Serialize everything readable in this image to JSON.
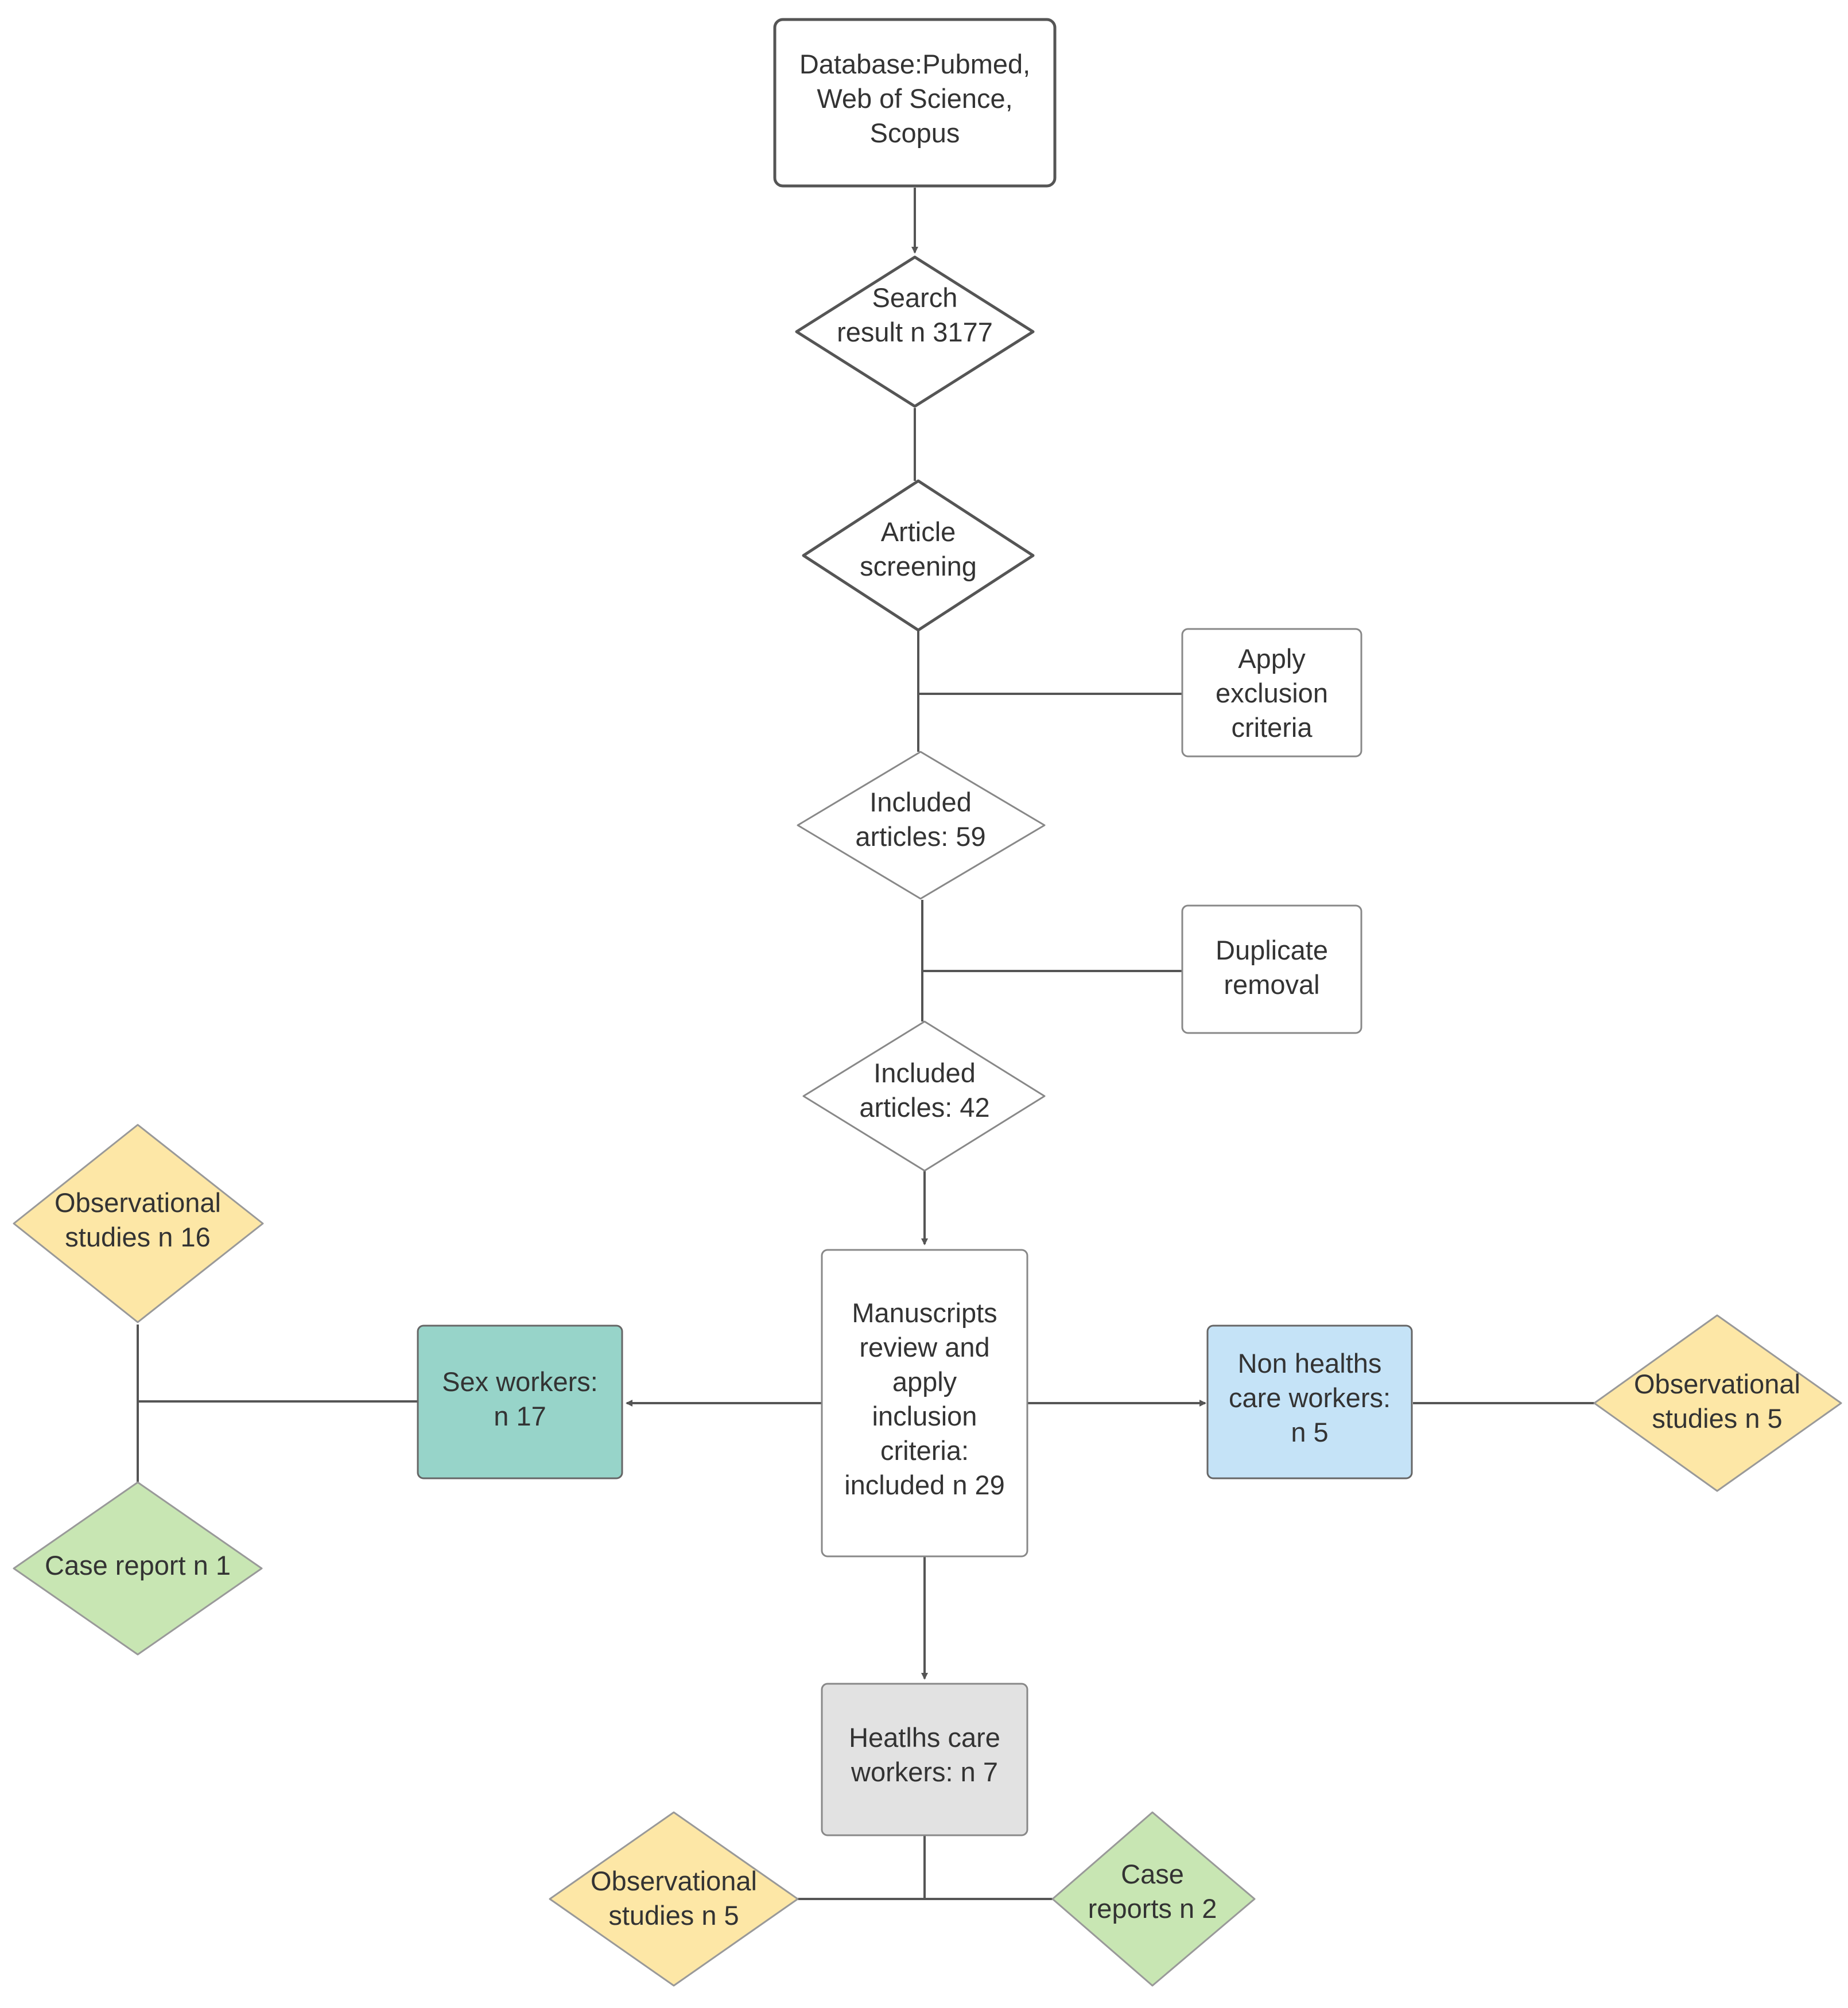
{
  "diagram": {
    "nodes": {
      "database": {
        "lines": [
          "Database:Pubmed,",
          "Web of Science,",
          "Scopus"
        ],
        "fill": "#ffffff",
        "stroke": "#555555"
      },
      "search_result": {
        "lines": [
          "Search",
          "result n 3177"
        ],
        "fill": "#ffffff",
        "stroke": "#555555"
      },
      "article_screening": {
        "lines": [
          "Article",
          "screening"
        ],
        "fill": "#ffffff",
        "stroke": "#555555"
      },
      "apply_exclusion": {
        "lines": [
          "Apply",
          "exclusion",
          "criteria"
        ],
        "fill": "#ffffff",
        "stroke": "#888888"
      },
      "included_59": {
        "lines": [
          "Included",
          "articles: 59"
        ],
        "fill": "#ffffff",
        "stroke": "#888888"
      },
      "duplicate_removal": {
        "lines": [
          "Duplicate",
          "removal"
        ],
        "fill": "#ffffff",
        "stroke": "#888888"
      },
      "included_42": {
        "lines": [
          "Included",
          "articles: 42"
        ],
        "fill": "#ffffff",
        "stroke": "#888888"
      },
      "manuscripts_review": {
        "lines": [
          "Manuscripts",
          "review and",
          "apply",
          "inclusion",
          "criteria:",
          "included n 29"
        ],
        "fill": "#ffffff",
        "stroke": "#888888"
      },
      "sex_workers": {
        "lines": [
          "Sex workers:",
          "n 17"
        ],
        "fill": "#97d4c9",
        "stroke": "#666666"
      },
      "non_health_workers": {
        "lines": [
          "Non healths",
          "care workers:",
          "n 5"
        ],
        "fill": "#c5e3f7",
        "stroke": "#666666"
      },
      "health_workers": {
        "lines": [
          "Heatlhs care",
          "workers: n 7"
        ],
        "fill": "#e2e2e2",
        "stroke": "#888888"
      },
      "obs_16": {
        "lines": [
          "Observational",
          "studies n 16"
        ],
        "fill": "#fde7a6",
        "stroke": "#999999"
      },
      "case_report_1": {
        "lines": [
          "Case report n 1"
        ],
        "fill": "#c8e6b3",
        "stroke": "#999999"
      },
      "obs_5_right": {
        "lines": [
          "Observational",
          "studies n  5"
        ],
        "fill": "#fde7a6",
        "stroke": "#999999"
      },
      "obs_5_bottom": {
        "lines": [
          "Observational",
          "studies n 5"
        ],
        "fill": "#fde7a6",
        "stroke": "#999999"
      },
      "case_reports_2": {
        "lines": [
          "Case",
          "reports n 2"
        ],
        "fill": "#c8e6b3",
        "stroke": "#999999"
      }
    }
  }
}
